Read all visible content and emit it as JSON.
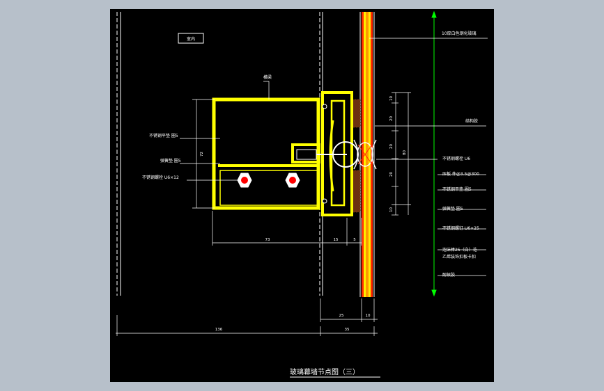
{
  "colors": {
    "background": "#b7c0ca",
    "sheet": "#000000",
    "profile": "#ffff00",
    "glass_red": "#ff2a00",
    "glass_orange": "#ff9900",
    "green": "#00ff00",
    "bolt": "#ff0000",
    "sealant": "#a06020"
  },
  "drawing": {
    "title": "玻璃幕墙节点图（三）",
    "indoor_label": "室内",
    "labels": {
      "mullion": "横梁",
      "ss_washer": "不锈钢平垫 圈5",
      "spring_washer": "弹簧垫 圈5",
      "ss_bolt": "不锈钢螺栓 U6×12",
      "glass": "10厚白色钢化玻璃",
      "structural_sealant": "结构胶",
      "ss_bolt_right": "不锈钢螺栓 U6",
      "pressure_plate": "压板 件@3.5@300",
      "ss_washer_right": "不锈钢平垫 圈5",
      "spring_washer_right": "弹簧垫 圈5",
      "ss_screw_right": "不锈钢螺钉 U6×25",
      "foam_rod": "泡沫棒25（白）花",
      "cover_strip": "乙烯装饰扣板卡扣",
      "weather_sealant": "耐候胶"
    },
    "dimensions": {
      "d10_top": "10",
      "d20_a": "20",
      "d20_b": "20",
      "d20_c": "20",
      "d10_bot": "10",
      "d80": "80",
      "d72": "72",
      "d73": "73",
      "d15": "15",
      "d5": "5",
      "d25": "25",
      "d10_glass": "10",
      "d35": "35",
      "d136": "136"
    }
  }
}
